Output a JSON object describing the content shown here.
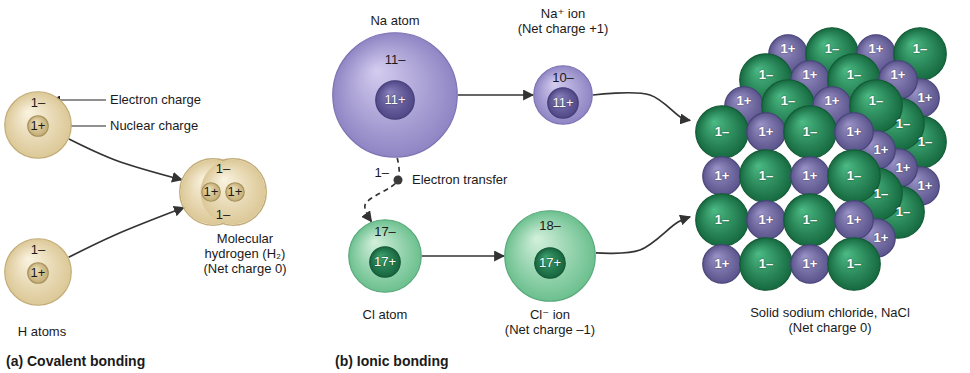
{
  "diagram": {
    "nodes": [
      {
        "text": [
          "1–"
        ]
      },
      {
        "text": [
          "1+"
        ],
        "in": 0
      },
      {
        "text": [
          "1–"
        ]
      },
      {
        "text": [
          "1+"
        ],
        "in": 2
      },
      {
        "text": [
          "1–",
          "1–",
          "Molecular hydrogen (H₂) (Net charge 0)"
        ]
      },
      {
        "text": [
          "1+"
        ],
        "in": 4
      },
      {
        "text": [
          "1+"
        ],
        "in": 4
      },
      {
        "text": [
          "Na atom",
          "11–"
        ]
      },
      {
        "text": [
          "11+"
        ],
        "in": 7
      },
      {
        "text": [
          "Na⁺ ion (Net charge +1)",
          "10–"
        ]
      },
      {
        "text": [
          "11+"
        ],
        "in": 9
      },
      {
        "text": [
          "17–",
          "Cl atom"
        ]
      },
      {
        "text": [
          "17+"
        ],
        "in": 11
      },
      {
        "text": [
          "18–",
          "Cl⁻ ion (Net charge –1)"
        ]
      },
      {
        "text": [
          "17+"
        ],
        "in": 13
      },
      {
        "text": [
          "Solid sodium chloride, NaCl (Net charge 0)"
        ]
      },
      {
        "text": [
          "1+"
        ],
        "in": 15
      },
      {
        "text": [
          "1–"
        ],
        "in": 15
      },
      {
        "text": [
          "1+"
        ],
        "in": 15
      },
      {
        "text": [
          "1–"
        ],
        "in": 15
      },
      {
        "text": [
          "1+"
        ],
        "in": 15
      },
      {
        "text": [
          "1–"
        ],
        "in": 15
      },
      {
        "text": [
          "1+"
        ],
        "in": 15
      },
      {
        "text": [
          "1–"
        ],
        "in": 15
      },
      {
        "text": [
          "1+"
        ],
        "in": 15
      },
      {
        "text": [
          "1–"
        ],
        "in": 15
      },
      {
        "text": [
          "1+"
        ],
        "in": 15
      },
      {
        "text": [
          "1–"
        ],
        "in": 15
      },
      {
        "text": [
          "1+"
        ],
        "in": 15
      },
      {
        "text": [
          "1–"
        ],
        "in": 15
      },
      {
        "text": [
          "1+"
        ],
        "in": 15
      },
      {
        "text": [
          "1–"
        ],
        "in": 15
      },
      {
        "text": [
          "1+"
        ],
        "in": 15
      },
      {
        "text": [
          "1–"
        ],
        "in": 15
      },
      {
        "text": [
          "1+"
        ],
        "in": 15
      },
      {
        "text": [
          "1–"
        ],
        "in": 15
      },
      {
        "text": [
          "1+"
        ],
        "in": 15
      },
      {
        "text": [
          "1–"
        ],
        "in": 15
      },
      {
        "text": [
          "1+"
        ],
        "in": 15
      },
      {
        "text": [
          "1–"
        ],
        "in": 15
      },
      {
        "text": [
          "1+"
        ],
        "in": 15
      },
      {
        "text": [
          "1+"
        ],
        "in": 15
      },
      {
        "text": [
          "1–"
        ],
        "in": 15
      },
      {
        "text": [
          "1+"
        ],
        "in": 15
      },
      {
        "text": [
          "1–"
        ],
        "in": 15
      },
      {
        "text": [
          "1–"
        ],
        "in": 15
      },
      {
        "text": [
          "1+"
        ],
        "in": 15
      },
      {
        "text": [
          "1–"
        ],
        "in": 15
      },
      {
        "text": [
          "1+"
        ],
        "in": 15
      },
      {
        "text": [
          "1+"
        ],
        "in": 15
      },
      {
        "text": [
          "1–"
        ],
        "in": 15
      },
      {
        "text": [
          "1+"
        ],
        "in": 15
      },
      {
        "text": [
          "1–"
        ],
        "in": 15
      }
    ],
    "edges": [
      {
        "from": 0,
        "to": 4,
        "arrow": "to"
      },
      {
        "from": 2,
        "to": 4,
        "arrow": "to"
      },
      {
        "from": 7,
        "to": 9,
        "arrow": "to"
      },
      {
        "from": 7,
        "to": 11,
        "label": "Electron transfer",
        "arrow": "to"
      },
      {
        "from": 11,
        "to": 13,
        "arrow": "to"
      },
      {
        "from": 9,
        "to": 15,
        "arrow": "to"
      },
      {
        "from": 13,
        "to": 15,
        "arrow": "to"
      }
    ],
    "labels": [
      "Electron charge",
      "Nuclear charge",
      "H atoms",
      "(a) Covalent bonding",
      "1–",
      "(b) Ionic bonding"
    ]
  }
}
